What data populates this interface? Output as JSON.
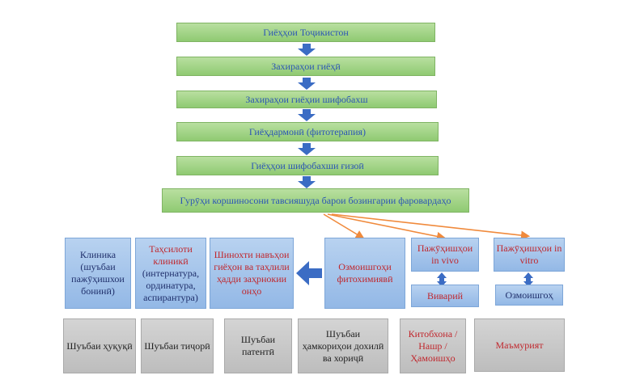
{
  "chain": [
    "Гиёҳҳои Тоҷикистон",
    "Захираҳои гиёҳӣ",
    "Захираҳои гиёҳии шифобахш",
    "Гиёҳдармонӣ (фитотерапия)",
    "Гиёҳҳои шифобахши ғизоӣ",
    "Гурӯҳи коршиносони тавсияшуда барои бозингарии фаровардаҳо"
  ],
  "blue_row": {
    "klinika": "Клиника (шуъбаи пажӯҳишхои бонинӣ)",
    "tahsiloti": "Таҳсилоти клиникӣ",
    "tahsiloti_sub": "(интернатура, ординатура, аспирантура)",
    "shinokhti": "Шинохти навъҳои гиёҳон ва таҳлили ҳадди заҳрнокии онҳо",
    "ozmoishgoh": "Озмоишгоҳи фитохимиявӣ",
    "invivo": "Пажӯҳишҳои in vivo",
    "vivariy": "Виварий",
    "invitro": "Пажӯҳишҳои in vitro",
    "ozmoishgoh2": "Озмоишгоҳ"
  },
  "gray_row": {
    "huquqi": "Шуъбаи ҳуқуқӣ",
    "tijori": "Шуъбаи тиҷорӣ",
    "patenti": "Шуъбаи патентӣ",
    "hamkori": "Шуъбаи ҳамкориҳои дохилӣ ва хориҷӣ",
    "kitobkhona": "Китобхона / Нашр / Ҳамоишҳо",
    "mamuriyat": "Маъмурият"
  },
  "colors": {
    "chain_text": "#2b55b5",
    "red_text": "#c0272d",
    "arrow_blue": "#3b6cc4",
    "arrow_orange": "#f08a3c"
  }
}
